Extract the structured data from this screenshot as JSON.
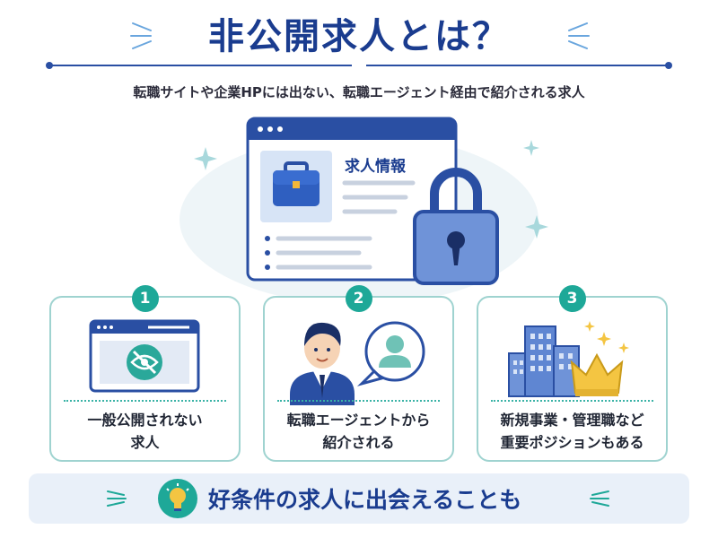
{
  "header": {
    "title": "非公開求人とは？",
    "subtitle": "転職サイトや企業HPには出ない、転職エージェント経由で紹介される求人"
  },
  "hero": {
    "label": "求人情報",
    "icons": [
      "browser-window-icon",
      "briefcase-icon",
      "padlock-icon",
      "sparkle-icon"
    ]
  },
  "cards": [
    {
      "number": "1",
      "line1": "一般公開されない",
      "line2": "求人",
      "icon": "hidden-eye-browser-icon"
    },
    {
      "number": "2",
      "line1": "転職エージェントから",
      "line2": "紹介される",
      "icon": "agent-person-icon"
    },
    {
      "number": "3",
      "line1": "新規事業・管理職など",
      "line2": "重要ポジションもある",
      "icon": "buildings-crown-icon"
    }
  ],
  "banner": {
    "text": "好条件の求人に出会えることも",
    "icon": "lightbulb-icon"
  },
  "colors": {
    "primary": "#1a3c8f",
    "accent": "#1ea898",
    "lock": "#6f93d8",
    "card_border": "#9fd3d0",
    "banner_bg": "#e9f0f9"
  }
}
